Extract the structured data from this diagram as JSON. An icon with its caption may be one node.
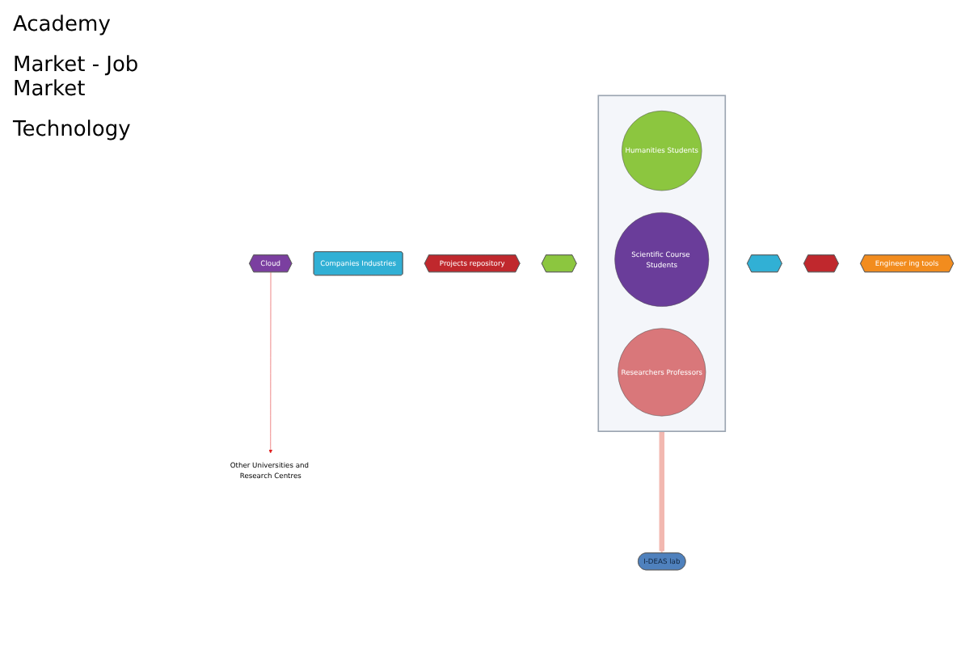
{
  "diagram": {
    "nodes": [
      {
        "text": [],
        "shape": "funnel"
      },
      {
        "text": [
          "Humanities Students"
        ],
        "in": 0
      },
      {
        "text": [
          "Scientific Course Students"
        ],
        "in": 0
      },
      {
        "text": [
          "Researchers Professors"
        ],
        "in": 0
      },
      {
        "text": [
          "I-DEAS lab"
        ]
      },
      {
        "text": [
          "Companies Industries"
        ]
      },
      {
        "text": [
          "Projects repository"
        ]
      },
      {
        "text": [],
        "shape": "hexagon"
      },
      {
        "text": [
          "Cloud"
        ]
      },
      {
        "text": [],
        "shape": "hexagon"
      },
      {
        "text": [
          "Other Universities and Research Centres"
        ]
      },
      {
        "text": [],
        "shape": "hexagon"
      },
      {
        "text": [
          "Engineer ing tools"
        ]
      }
    ],
    "edges": [
      {
        "from": 0,
        "to": 4,
        "arrow": "to",
        "style": "thick",
        "color": "#f2b8b0"
      },
      {
        "from": 8,
        "to": 10,
        "arrow": "to",
        "color": "#e02020"
      }
    ],
    "labels": [
      "Academy",
      "Market - Job Market",
      "Technology"
    ]
  }
}
